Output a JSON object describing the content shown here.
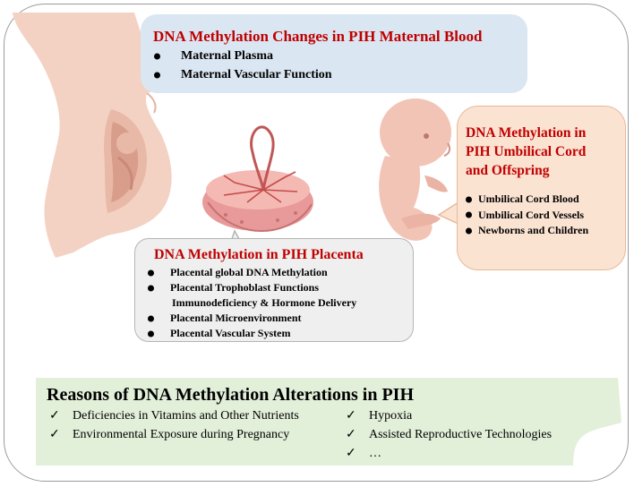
{
  "blood": {
    "title": "DNA Methylation Changes in PIH Maternal Blood",
    "items": [
      "Maternal Plasma",
      "Maternal Vascular Function"
    ]
  },
  "placenta": {
    "title": "DNA Methylation in PIH Placenta",
    "items": [
      "Placental global DNA Methylation",
      "Placental Trophoblast Functions",
      "Immunodeficiency & Hormone Delivery",
      "Placental Microenvironment",
      "Placental Vascular System"
    ]
  },
  "cord": {
    "title_lines": [
      "DNA Methylation in",
      "PIH Umbilical Cord",
      "and Offspring"
    ],
    "items": [
      "Umbilical Cord Blood",
      "Umbilical Cord Vessels",
      "Newborns and Children"
    ]
  },
  "reasons": {
    "title": "Reasons of DNA Methylation Alterations in PIH",
    "check_mark": "✓",
    "left_items": [
      "Deficiencies in Vitamins and Other Nutrients",
      "Environmental Exposure during Pregnancy"
    ],
    "right_items": [
      "Hypoxia",
      "Assisted Reproductive Technologies",
      "…"
    ]
  },
  "colors": {
    "title_red": "#c00000",
    "blood_box": "#dae6f2",
    "placenta_box": "#efefef",
    "cord_box": "#fbe3d2",
    "reasons_band": "#e2efd9",
    "skin": "#f3d2c4",
    "placenta_tissue": "#e89a9a"
  },
  "icons": [
    "pregnant-woman-illustration",
    "placenta-illustration",
    "fetus-illustration"
  ]
}
